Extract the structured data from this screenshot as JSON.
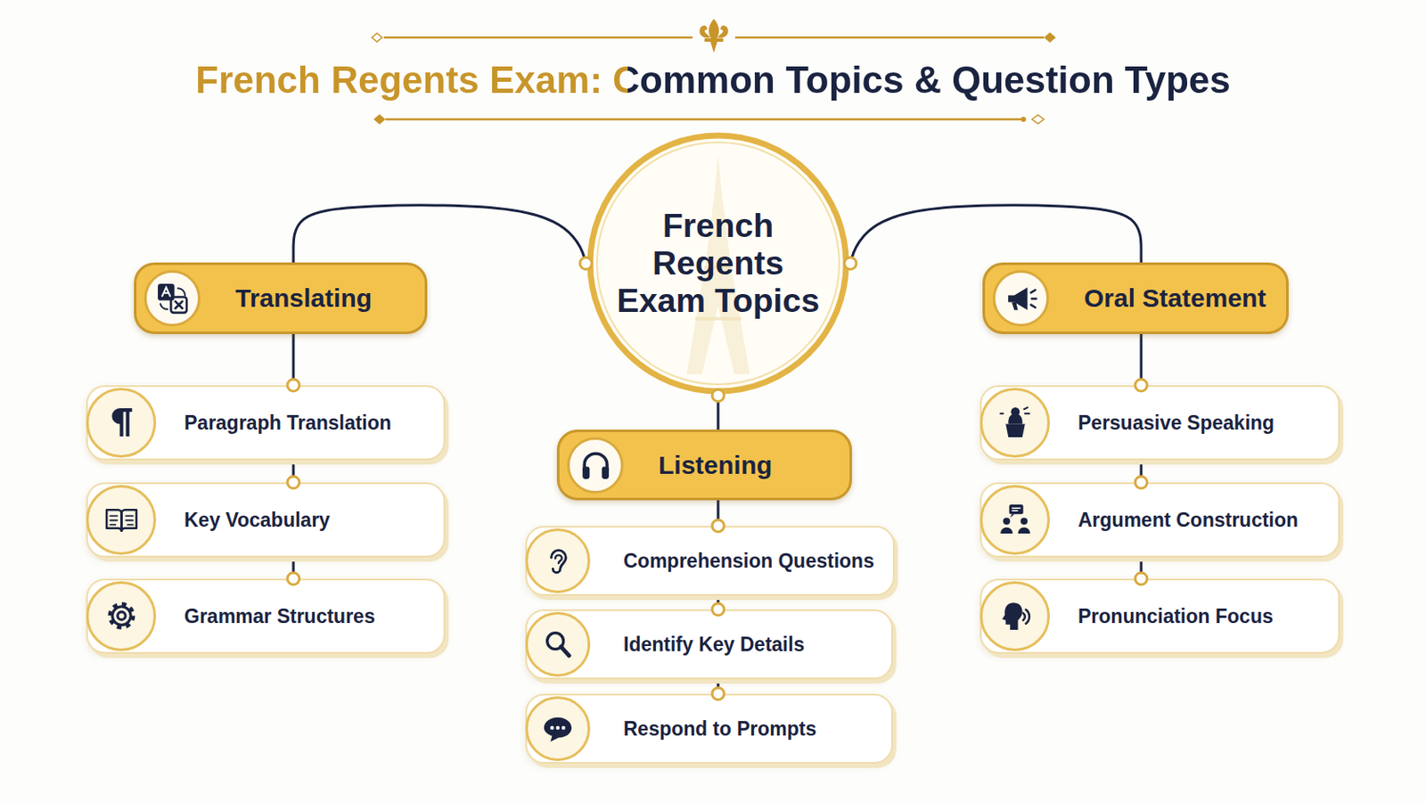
{
  "diagram": {
    "title": "French Regents Exam: Common Topics & Question Types",
    "nodes": [
      {
        "text": [
          "French Regents Exam Topics"
        ]
      },
      {
        "text": [
          "Translating"
        ]
      },
      {
        "text": [
          "Paragraph Translation"
        ]
      },
      {
        "text": [
          "Key Vocabulary"
        ]
      },
      {
        "text": [
          "Grammar Structures"
        ]
      },
      {
        "text": [
          "Listening"
        ]
      },
      {
        "text": [
          "Comprehension Questions"
        ]
      },
      {
        "text": [
          "Identify Key Details"
        ]
      },
      {
        "text": [
          "Respond to Prompts"
        ]
      },
      {
        "text": [
          "Oral Statement"
        ]
      },
      {
        "text": [
          "Persuasive Speaking"
        ]
      },
      {
        "text": [
          "Argument Construction"
        ]
      },
      {
        "text": [
          "Pronunciation Focus"
        ]
      }
    ],
    "edges": [
      {
        "from": 0,
        "to": 1,
        "arrow": "none"
      },
      {
        "from": 0,
        "to": 5,
        "arrow": "none"
      },
      {
        "from": 0,
        "to": 9,
        "arrow": "none"
      },
      {
        "from": 1,
        "to": 2,
        "arrow": "none"
      },
      {
        "from": 2,
        "to": 3,
        "arrow": "none"
      },
      {
        "from": 3,
        "to": 4,
        "arrow": "none"
      },
      {
        "from": 5,
        "to": 6,
        "arrow": "none"
      },
      {
        "from": 6,
        "to": 7,
        "arrow": "none"
      },
      {
        "from": 7,
        "to": 8,
        "arrow": "none"
      },
      {
        "from": 9,
        "to": 10,
        "arrow": "none"
      },
      {
        "from": 10,
        "to": 11,
        "arrow": "none"
      },
      {
        "from": 11,
        "to": 12,
        "arrow": "none"
      }
    ]
  }
}
